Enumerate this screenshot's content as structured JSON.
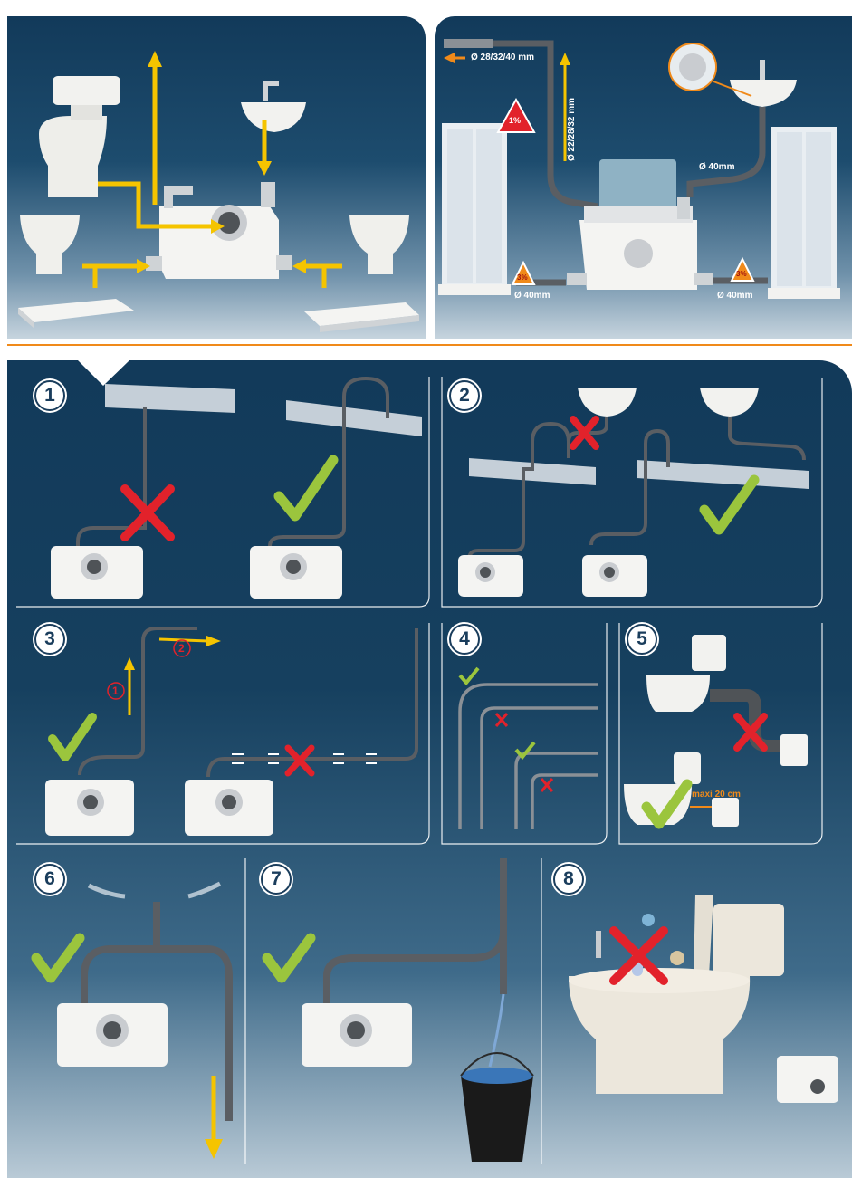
{
  "top_right": {
    "pipe_top": "Ø 28/32/40 mm",
    "pipe_vertical": "Ø 22/28/32 mm",
    "pipe_sink": "Ø 40mm",
    "pipe_left": "Ø 40mm",
    "pipe_right": "Ø 40mm",
    "slope_1": "1%",
    "slope_2": "3%",
    "slope_3": "3%"
  },
  "steps": [
    {
      "number": "1"
    },
    {
      "number": "2"
    },
    {
      "number": "3",
      "sub_1": "1",
      "sub_2": "2"
    },
    {
      "number": "4"
    },
    {
      "number": "5",
      "note": "maxi 20 cm"
    },
    {
      "number": "6"
    },
    {
      "number": "7"
    },
    {
      "number": "8"
    }
  ],
  "colors": {
    "background_dark": "#123a5a",
    "arrow_yellow": "#f5c400",
    "check_green": "#9bc53d",
    "cross_red": "#e2222b",
    "accent_orange": "#f08a1a"
  }
}
